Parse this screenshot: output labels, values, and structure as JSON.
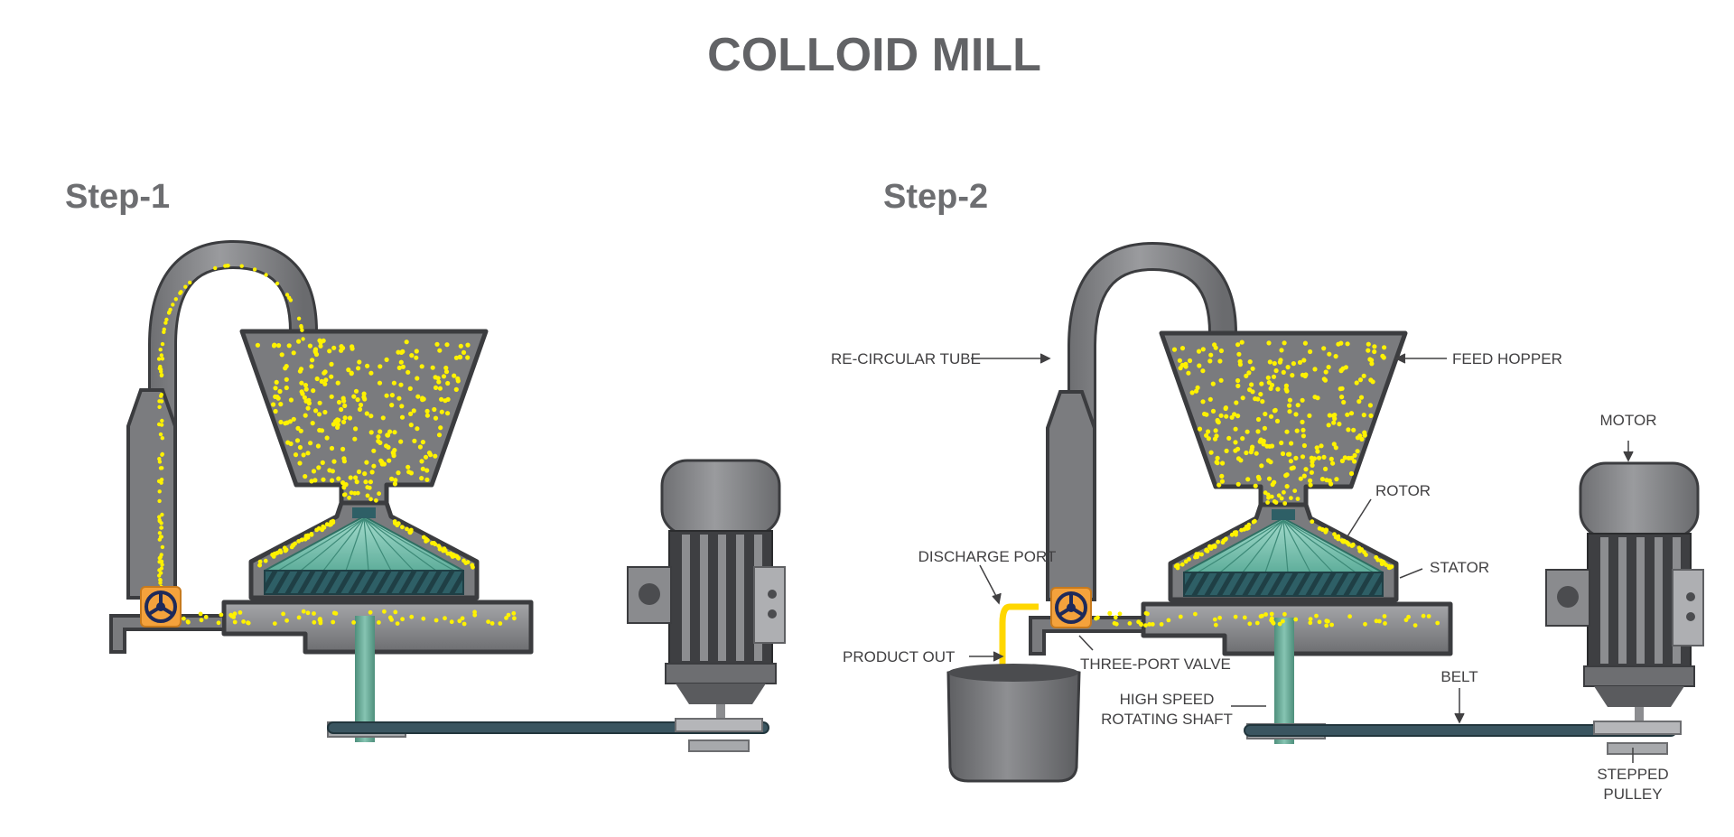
{
  "title": "COLLOID MILL",
  "steps": [
    {
      "label": "Step-1"
    },
    {
      "label": "Step-2"
    }
  ],
  "labels": {
    "recircular_tube": "RE-CIRCULAR TUBE",
    "feed_hopper": "FEED HOPPER",
    "motor": "MOTOR",
    "rotor": "ROTOR",
    "discharge_port": "DISCHARGE PORT",
    "stator": "STATOR",
    "product_out": "PRODUCT OUT",
    "three_port_valve": "THREE-PORT VALVE",
    "belt": "BELT",
    "high_speed_line1": "HIGH SPEED",
    "high_speed_line2": "ROTATING SHAFT",
    "stepped_line1": "STEPPED",
    "stepped_line2": "PULLEY"
  },
  "colors": {
    "title_gray": "#626366",
    "body_gray": "#808184",
    "outline": "#3b3c3f",
    "particle_yellow": "#fff200",
    "rotor_teal": "#7fc6b4",
    "shaft_green": "#5b9e8a",
    "belt_blue": "#3a5560",
    "valve_orange": "#f4a23c",
    "product_yellow": "#ffd700"
  }
}
